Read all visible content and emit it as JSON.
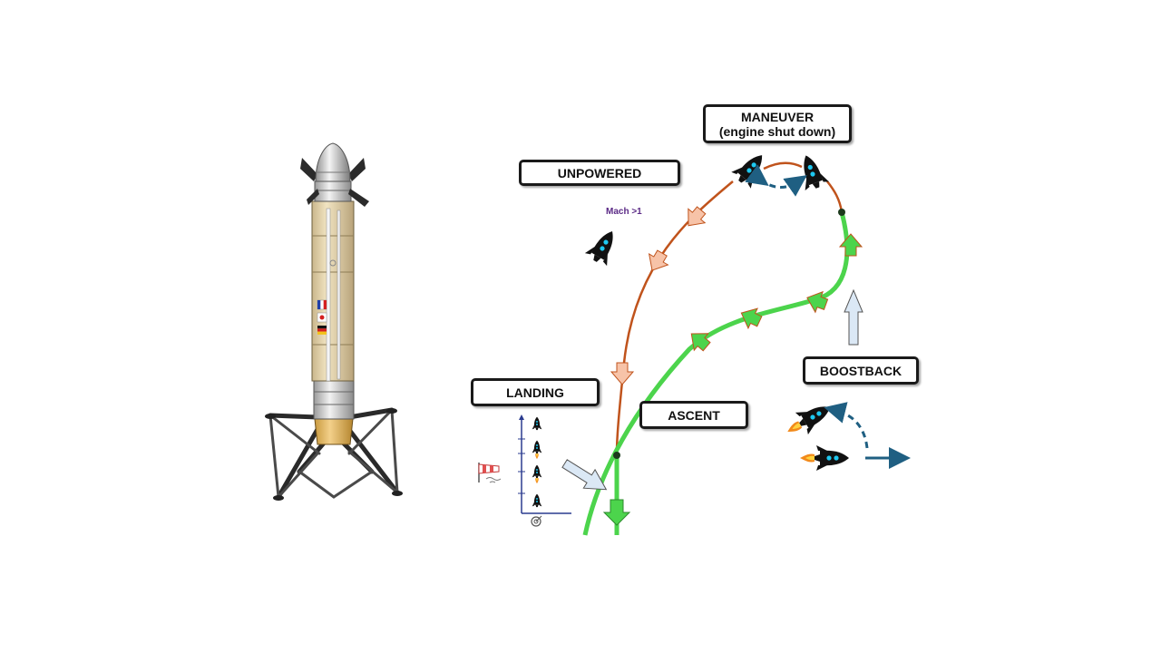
{
  "labels": {
    "maneuver_line1": "MANEUVER",
    "maneuver_line2": "(engine shut down)",
    "unpowered": "UNPOWERED",
    "boostback": "BOOSTBACK",
    "landing": "LANDING",
    "ascent": "ASCENT",
    "mach": "Mach >1"
  },
  "colors": {
    "ascent_path": "#4cd44c",
    "descent_path": "#c0531c",
    "descent_arrow": "#f7c3a8",
    "wind_arrow": "#dbe8f5",
    "maneuver_arrow": "#1f5f82",
    "rocket_body": "#111111",
    "rocket_window": "#1ec8f0",
    "flame": "#f28a1b",
    "vehicle_tank": "#e8d8b0",
    "vehicle_gold": "#e7b95c"
  },
  "icons": [
    "rocket-icon",
    "windsock-icon",
    "target-icon",
    "landing-vehicle-illustration"
  ]
}
